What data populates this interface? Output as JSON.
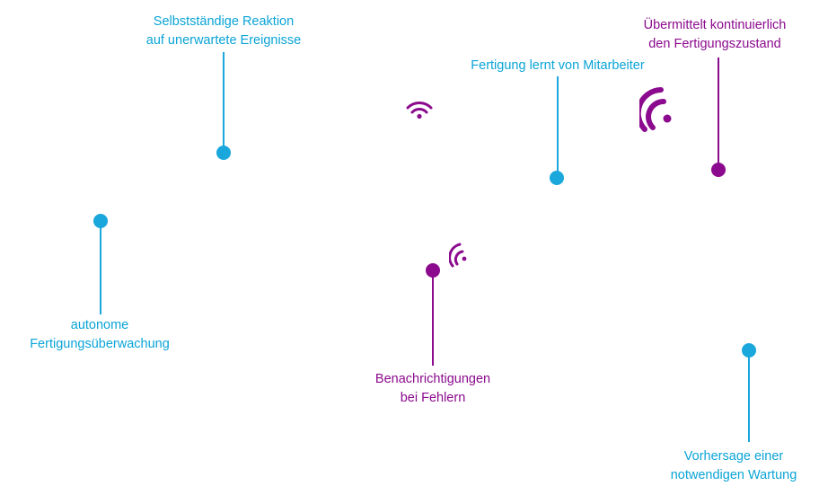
{
  "colors": {
    "blue": "#1aa7dc",
    "purple": "#8b0a8e"
  },
  "callouts": {
    "reaction": {
      "line1": "Selbstständige Reaktion",
      "line2": "auf unerwartete Ereignisse"
    },
    "learning": {
      "line1": "Fertigung lernt von Mitarbeiter"
    },
    "status": {
      "line1": "Übermittelt kontinuierlich",
      "line2": "den Fertigungszustand"
    },
    "monitoring": {
      "line1": "autonome",
      "line2": "Fertigungsüberwachung"
    },
    "notifications": {
      "line1": "Benachrichtigungen",
      "line2": "bei Fehlern"
    },
    "maintenance": {
      "line1": "Vorhersage einer",
      "line2": "notwendigen Wartung"
    }
  },
  "icons": [
    "wifi-signal-icon",
    "wifi-signal-icon",
    "wifi-signal-icon"
  ]
}
